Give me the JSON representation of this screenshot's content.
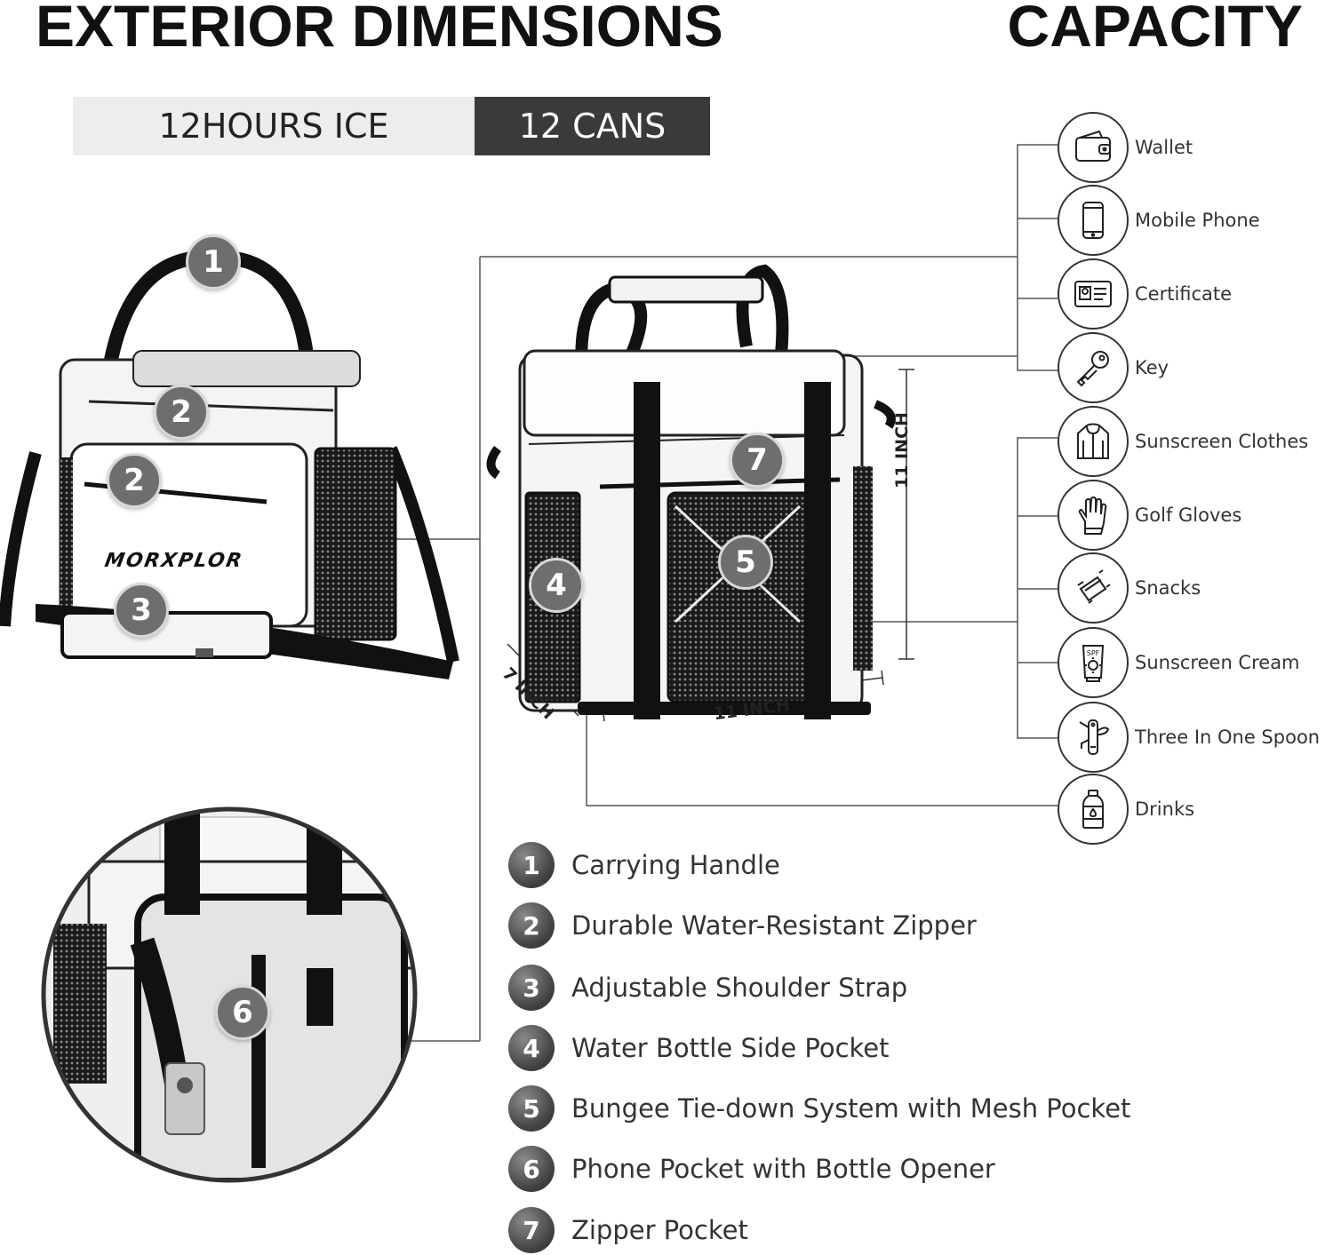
{
  "headings": {
    "left": "EXTERIOR DIMENSIONS",
    "right": "CAPACITY"
  },
  "spec_bar": {
    "ice": "12HOURS ICE",
    "cans": "12 CANS"
  },
  "brand": "MORXPLOR",
  "dimensions": {
    "height": "11 INCH",
    "width": "11 INCH",
    "depth": "7 INCH"
  },
  "callouts": [
    "1",
    "2",
    "2",
    "3",
    "7",
    "5",
    "4",
    "6"
  ],
  "capacity": [
    {
      "label": "Wallet",
      "icon": "wallet-icon"
    },
    {
      "label": "Mobile Phone",
      "icon": "mobile-phone-icon"
    },
    {
      "label": "Certificate",
      "icon": "certificate-icon"
    },
    {
      "label": "Key",
      "icon": "key-icon"
    },
    {
      "label": "Sunscreen Clothes",
      "icon": "sunscreen-clothes-icon"
    },
    {
      "label": "Golf Gloves",
      "icon": "golf-gloves-icon"
    },
    {
      "label": "Snacks",
      "icon": "snacks-icon"
    },
    {
      "label": "Sunscreen Cream",
      "icon": "sunscreen-cream-icon"
    },
    {
      "label": "Three In One Spoon",
      "icon": "three-in-one-spoon-icon"
    },
    {
      "label": "Drinks",
      "icon": "drinks-icon"
    }
  ],
  "features": [
    {
      "num": "1",
      "label": "Carrying Handle"
    },
    {
      "num": "2",
      "label": "Durable Water-Resistant Zipper"
    },
    {
      "num": "3",
      "label": "Adjustable Shoulder Strap"
    },
    {
      "num": "4",
      "label": "Water Bottle Side Pocket"
    },
    {
      "num": "5",
      "label": "Bungee Tie-down System with Mesh Pocket"
    },
    {
      "num": "6",
      "label": "Phone Pocket with Bottle Opener"
    },
    {
      "num": "7",
      "label": "Zipper Pocket"
    }
  ]
}
